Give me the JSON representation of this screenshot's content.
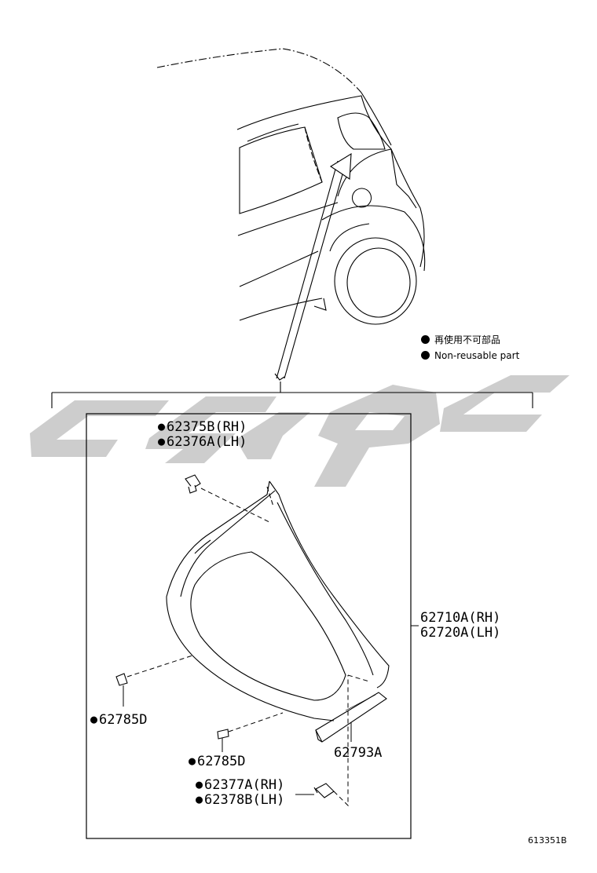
{
  "legend": {
    "japanese": "再使用不可部品",
    "english": "Non-reusable part"
  },
  "parts": {
    "clip_upper_rh": "62375B(RH)",
    "clip_upper_lh": "62376A(LH)",
    "garnish_rh": "62710A(RH)",
    "garnish_lh": "62720A(LH)",
    "clip_left": "62785D",
    "clip_bottom": "62785D",
    "pad": "62793A",
    "clip_lower_rh": "62377A(RH)",
    "clip_lower_lh": "62378B(LH)"
  },
  "reference_number": "613351B",
  "colors": {
    "line": "#000000",
    "watermark": "#c8c8c8",
    "background": "#ffffff"
  }
}
